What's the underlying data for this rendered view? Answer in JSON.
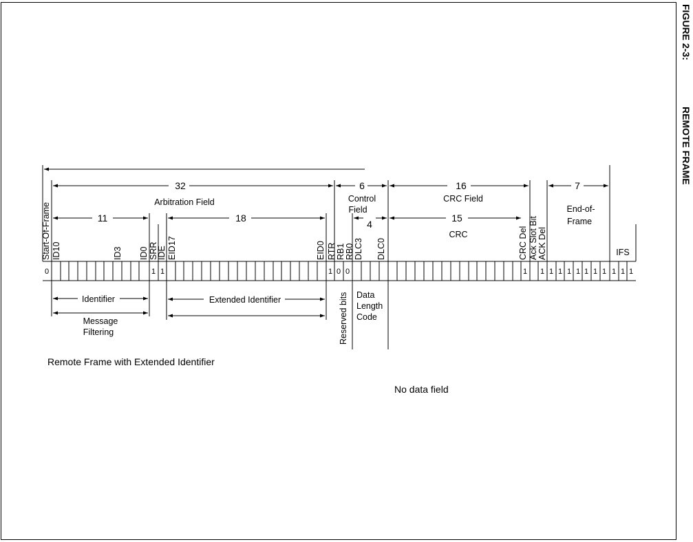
{
  "title_figure": "FIGURE 2-3:",
  "title_name": "REMOTE FRAME",
  "counts": {
    "total": "32",
    "control": "6",
    "crc_field": "16",
    "eof": "7",
    "base_id": "11",
    "ext_id": "18",
    "dlc": "4",
    "crc": "15"
  },
  "fields": {
    "arbitration": "Arbitration Field",
    "control_1": "Control",
    "control_2": "Field",
    "crc_field": "CRC Field",
    "crc": "CRC",
    "eof_1": "End-of-",
    "eof_2": "Frame",
    "ifs": "IFS"
  },
  "bit_labels": {
    "sof": "Start-Of-Frame",
    "id10": "ID10",
    "id3": "ID3",
    "id0": "ID0",
    "srr": "SRR",
    "ide": "IDE",
    "eid17": "EID17",
    "eid0": "EID0",
    "rtr": "RTR",
    "rb1": "RB1",
    "rb0": "RB0",
    "dlc3": "DLC3",
    "dlc0": "DLC0",
    "crc_del": "CRC Del",
    "ack_slot": "Ack Slot Bit",
    "ack_del": "ACK Del"
  },
  "bit_values": {
    "sof": "0",
    "srr": "1",
    "ide": "1",
    "rtr": "1",
    "rb1": "0",
    "rb0": "0",
    "crc_del": "1",
    "ack_del": "1",
    "eof_ifs": [
      "1",
      "1",
      "1",
      "1",
      "1",
      "1",
      "1",
      "1",
      "1",
      "1"
    ]
  },
  "annotations": {
    "identifier": "Identifier",
    "ext_identifier": "Extended Identifier",
    "msg_filter_1": "Message",
    "msg_filter_2": "Filtering",
    "reserved": "Reserved bits",
    "dlc_1": "Data",
    "dlc_2": "Length",
    "dlc_3": "Code"
  },
  "caption": "Remote Frame with Extended Identifier",
  "no_data": "No data field"
}
